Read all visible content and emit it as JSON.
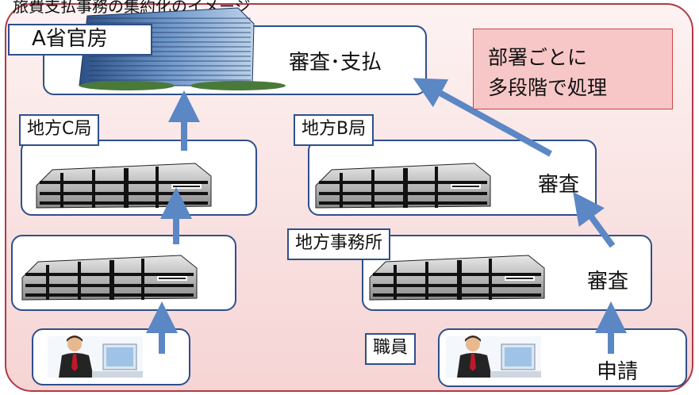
{
  "title": "旅費支払事務の集約化のイメージ",
  "nodes": {
    "ministry": {
      "label": "A省官房",
      "action": "審査･支払"
    },
    "regional_c": {
      "label": "地方C局"
    },
    "regional_b": {
      "label": "地方B局",
      "action": "審査"
    },
    "local_office": {
      "label": "地方事務所",
      "action": "審査"
    },
    "staff": {
      "label": "職員",
      "action": "申請"
    }
  },
  "note": {
    "line1": "部署ごとに",
    "line2": "多段階で処理"
  },
  "colors": {
    "frame_border": "#b03a48",
    "box_border": "#2f4f8a",
    "arrow": "#5b87c5",
    "note_fill": "#f7c7c8"
  }
}
